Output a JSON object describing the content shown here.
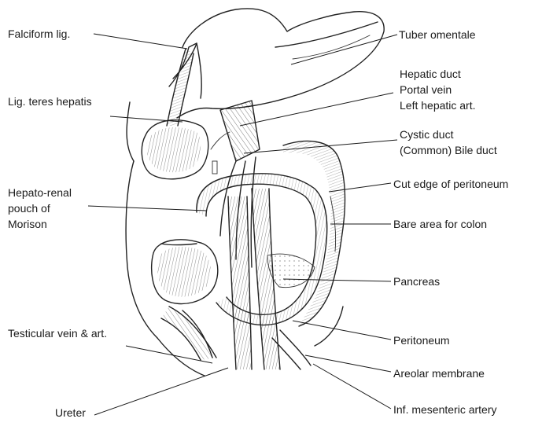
{
  "labels": {
    "falciform": "Falciform lig.",
    "lig_teres": "Lig. teres hepatis",
    "hepato_renal_1": "Hepato-renal",
    "hepato_renal_2": "pouch of",
    "hepato_renal_3": "Morison",
    "testicular": "Testicular vein & art.",
    "ureter": "Ureter",
    "tuber_omentale": "Tuber omentale",
    "hepatic_duct": "Hepatic duct",
    "portal_vein": "Portal vein",
    "left_hepatic_art": "Left hepatic art.",
    "cystic_duct": "Cystic duct",
    "common_bile_duct": "(Common) Bile duct",
    "cut_edge": "Cut edge of peritoneum",
    "bare_area": "Bare area for colon",
    "pancreas": "Pancreas",
    "peritoneum": "Peritoneum",
    "areolar": "Areolar membrane",
    "inf_mesenteric": "Inf. mesenteric artery"
  }
}
